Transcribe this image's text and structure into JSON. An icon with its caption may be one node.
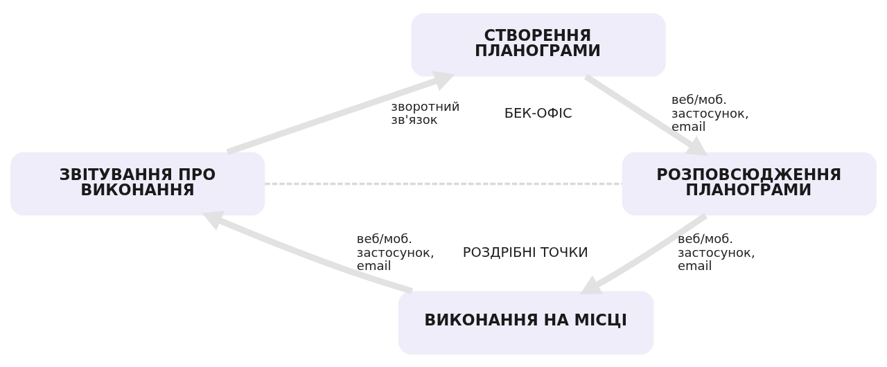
{
  "diagram": {
    "nodes": [
      {
        "text": [
          "СТВОРЕННЯ ПЛАНОГРАМИ"
        ]
      },
      {
        "text": [
          "РОЗПОВСЮДЖЕННЯ ПЛАНОГРАМИ"
        ]
      },
      {
        "text": [
          "ВИКОНАННЯ НА МІСЦІ"
        ]
      },
      {
        "text": [
          "ЗВІТУВАННЯ ПРО ВИКОНАННЯ"
        ]
      }
    ],
    "edges": [
      {
        "from": 0,
        "to": 1,
        "arrow": "to",
        "label": "веб/моб. застосунок, email"
      },
      {
        "from": 1,
        "to": 2,
        "arrow": "to",
        "label": "веб/моб. застосунок, email"
      },
      {
        "from": 2,
        "to": 3,
        "arrow": "to",
        "label": "веб/моб. застосунок, email"
      },
      {
        "from": 3,
        "to": 0,
        "arrow": "to",
        "label": "зворотний зв'язок"
      },
      {
        "from": 3,
        "to": 1,
        "arrow": "none",
        "style": "dashed"
      }
    ],
    "labels": [
      "БЕК-ОФІС",
      "РОЗДРІБНІ ТОЧКИ"
    ]
  }
}
